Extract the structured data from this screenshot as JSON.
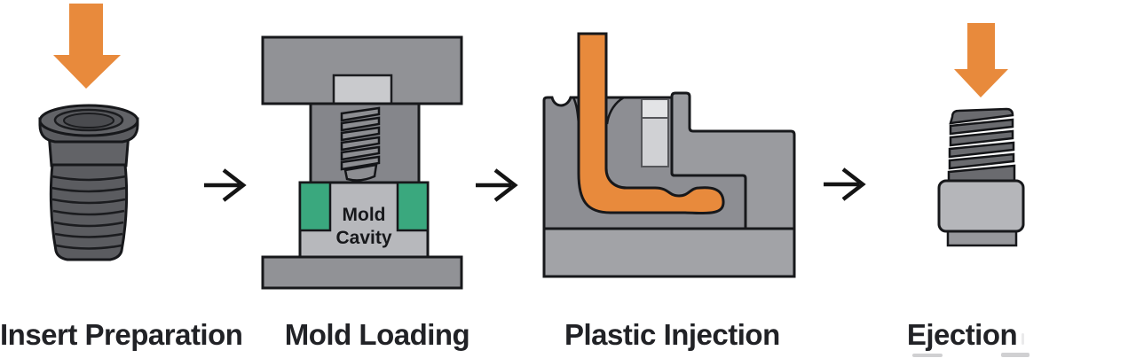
{
  "diagram": {
    "steps": [
      {
        "id": "insert-preparation",
        "label": "Insert Preparation"
      },
      {
        "id": "mold-loading",
        "label": "Mold Loading",
        "mold_annotation": {
          "line1": "Mold",
          "line2": "Cavity"
        }
      },
      {
        "id": "plastic-injection",
        "label": "Plastic Injection"
      },
      {
        "id": "ejection",
        "label": "Ejection"
      }
    ],
    "arrows": {
      "glyph": "→",
      "count": 3
    },
    "colors": {
      "accent_orange": "#E88A3C",
      "accent_green": "#3AA87E",
      "metal_dark": "#5B5C60",
      "metal_medium": "#8D8E93",
      "metal_plate": "#919296",
      "metal_column": "#85868B",
      "metal_light": "#B7B8BC",
      "metal_lighter": "#C9CACD",
      "metal_right_block": "#9A9B9F",
      "metal_base": "#A2A3A7",
      "outline": "#17181B",
      "label_text": "#212226"
    }
  }
}
